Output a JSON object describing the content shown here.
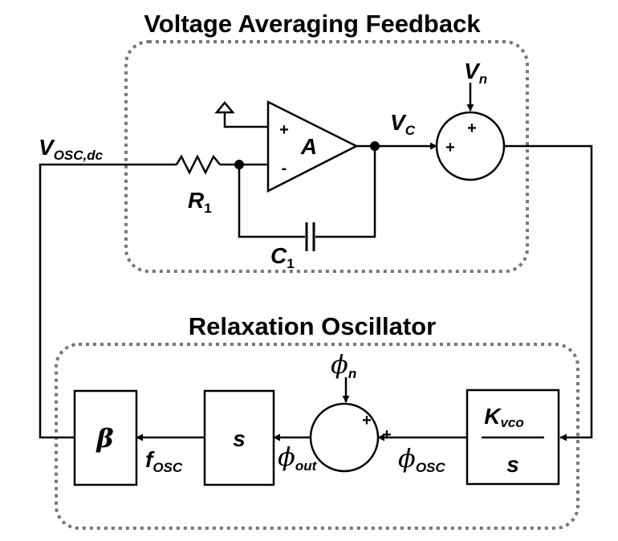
{
  "titles": {
    "top": "Voltage Averaging Feedback",
    "bottom": "Relaxation Oscillator"
  },
  "labels": {
    "vosc_main": "V",
    "vosc_sub": "OSC,dc",
    "r1_main": "R",
    "r1_sub": "1",
    "c1_main": "C",
    "c1_sub": "1",
    "amp": "A",
    "amp_plus": "+",
    "amp_minus": "-",
    "vc_main": "V",
    "vc_sub": "C",
    "vn_main": "V",
    "vn_sub": "n",
    "sum_plus": "+",
    "beta": "β",
    "s_block": "s",
    "kvco_main": "K",
    "kvco_sub": "vco",
    "kvco_den": "s",
    "phin_main": "ϕ",
    "phin_sub": "n",
    "phiosc_main": "ϕ",
    "phiosc_sub": "OSC",
    "phiout_main": "ϕ",
    "phiout_sub": "out",
    "fosc_main": "f",
    "fosc_sub": "OSC"
  }
}
